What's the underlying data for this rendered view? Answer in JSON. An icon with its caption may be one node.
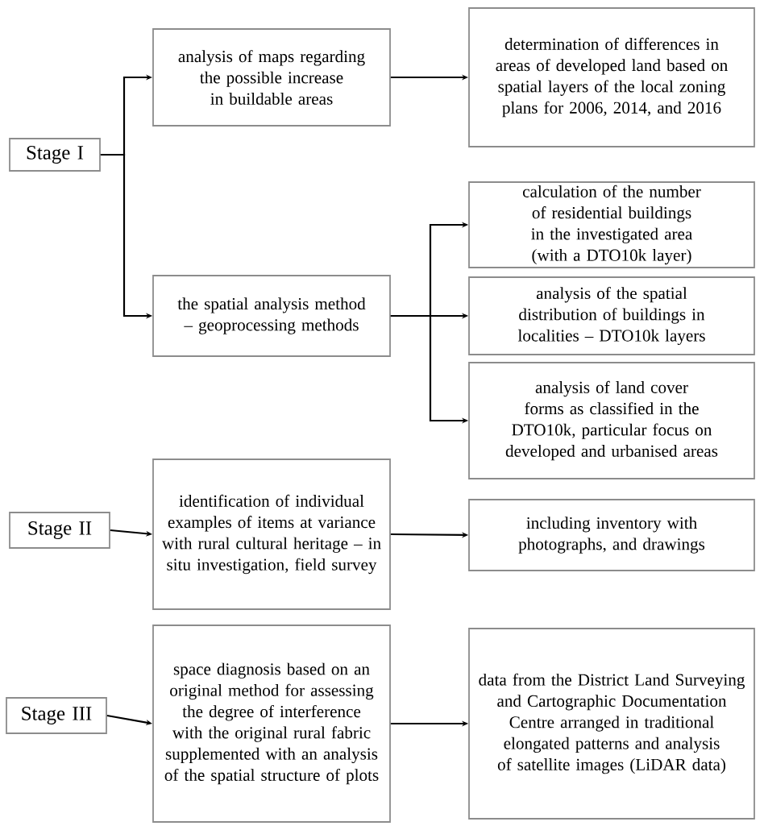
{
  "diagram": {
    "nodes": [
      {
        "text": [
          "Stage I"
        ]
      },
      {
        "text": [
          "analysis of maps regarding the possible increase in buildable areas"
        ]
      },
      {
        "text": [
          "determination of differences in areas of developed land based on spatial layers of the local zoning plans for 2006, 2014, and 2016"
        ]
      },
      {
        "text": [
          "the spatial analysis method – geoprocessing methods"
        ]
      },
      {
        "text": [
          "calculation of the number of residential buildings in the investigated area (with a DTO10k layer)"
        ]
      },
      {
        "text": [
          "analysis of the spatial distribution of buildings in localities – DTO10k layers"
        ]
      },
      {
        "text": [
          "analysis of land cover forms as classified in the DTO10k, particular focus on developed and urbanised areas"
        ]
      },
      {
        "text": [
          "Stage II"
        ]
      },
      {
        "text": [
          "identification of individual examples of items at variance with rural cultural heritage – in situ investigation, field survey"
        ]
      },
      {
        "text": [
          "including inventory with photographs, and drawings"
        ]
      },
      {
        "text": [
          "Stage III"
        ]
      },
      {
        "text": [
          "space diagnosis based on an original method for assessing the degree of interference with the original rural fabric supplemented with an analysis of the spatial structure of plots"
        ]
      },
      {
        "text": [
          "data from the District Land Surveying and Cartographic Documentation Centre arranged in traditional elongated patterns and analysis of satellite images (LiDAR data)"
        ]
      }
    ],
    "edges": [
      {
        "from": 0,
        "to": 1,
        "arrow": "to"
      },
      {
        "from": 0,
        "to": 3,
        "arrow": "to"
      },
      {
        "from": 1,
        "to": 2,
        "arrow": "to"
      },
      {
        "from": 3,
        "to": 4,
        "arrow": "to"
      },
      {
        "from": 3,
        "to": 5,
        "arrow": "to"
      },
      {
        "from": 3,
        "to": 6,
        "arrow": "to"
      },
      {
        "from": 7,
        "to": 8,
        "arrow": "to"
      },
      {
        "from": 8,
        "to": 9,
        "arrow": "to"
      },
      {
        "from": 10,
        "to": 11,
        "arrow": "to"
      },
      {
        "from": 11,
        "to": 12,
        "arrow": "to"
      }
    ]
  }
}
